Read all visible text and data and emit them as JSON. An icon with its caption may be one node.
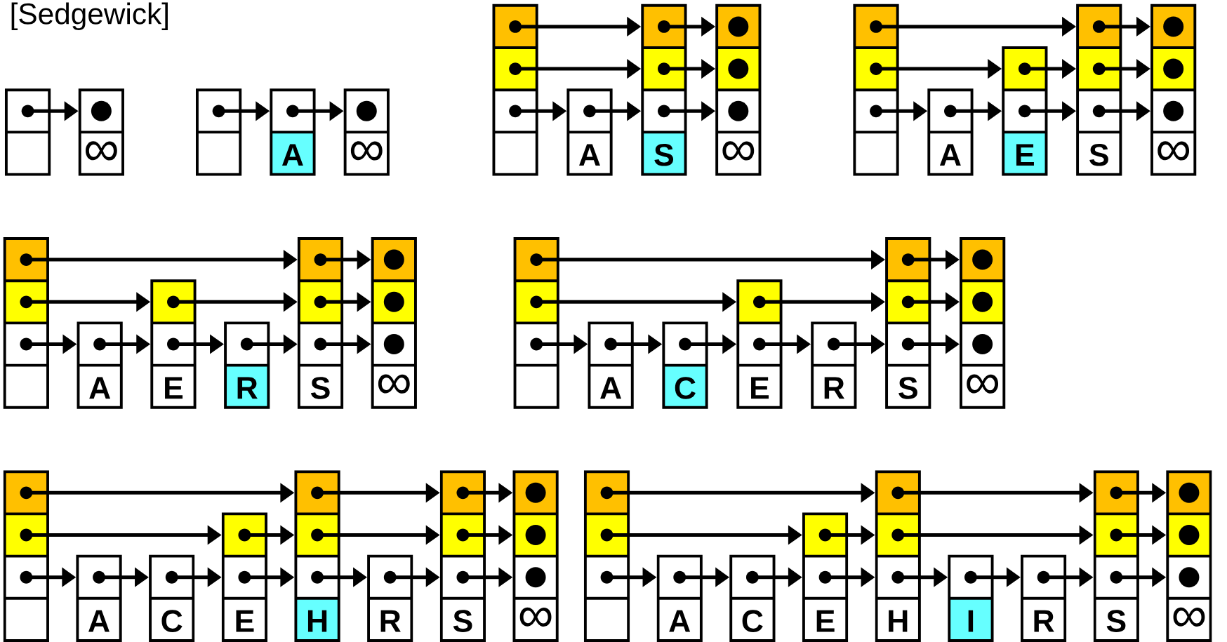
{
  "diagram": {
    "nodes": [
      {
        "text": [],
        "shape": "box"
      },
      {
        "text": [
          "∞"
        ]
      },
      {
        "text": [],
        "shape": "box"
      },
      {
        "text": [
          "A"
        ]
      },
      {
        "text": [
          "∞"
        ]
      },
      {
        "text": [],
        "shape": "box"
      },
      {
        "text": [
          "A"
        ]
      },
      {
        "text": [
          "S"
        ]
      },
      {
        "text": [
          "∞"
        ]
      },
      {
        "text": [],
        "shape": "box"
      },
      {
        "text": [
          "A"
        ]
      },
      {
        "text": [
          "E"
        ]
      },
      {
        "text": [
          "S"
        ]
      },
      {
        "text": [
          "∞"
        ]
      },
      {
        "text": [],
        "shape": "box"
      },
      {
        "text": [
          "A"
        ]
      },
      {
        "text": [
          "E"
        ]
      },
      {
        "text": [
          "R"
        ]
      },
      {
        "text": [
          "S"
        ]
      },
      {
        "text": [
          "∞"
        ]
      },
      {
        "text": [],
        "shape": "box"
      },
      {
        "text": [
          "A"
        ]
      },
      {
        "text": [
          "C"
        ]
      },
      {
        "text": [
          "E"
        ]
      },
      {
        "text": [
          "R"
        ]
      },
      {
        "text": [
          "S"
        ]
      },
      {
        "text": [
          "∞"
        ]
      },
      {
        "text": [],
        "shape": "box"
      },
      {
        "text": [
          "A"
        ]
      },
      {
        "text": [
          "C"
        ]
      },
      {
        "text": [
          "E"
        ]
      },
      {
        "text": [
          "H"
        ]
      },
      {
        "text": [
          "R"
        ]
      },
      {
        "text": [
          "S"
        ]
      },
      {
        "text": [
          "∞"
        ]
      },
      {
        "text": [],
        "shape": "box"
      },
      {
        "text": [
          "A"
        ]
      },
      {
        "text": [
          "C"
        ]
      },
      {
        "text": [
          "E"
        ]
      },
      {
        "text": [
          "H"
        ]
      },
      {
        "text": [
          "I"
        ]
      },
      {
        "text": [
          "R"
        ]
      },
      {
        "text": [
          "S"
        ]
      },
      {
        "text": [
          "∞"
        ]
      }
    ],
    "edges": [
      {
        "from": 0,
        "to": 1,
        "arrow": "to"
      },
      {
        "from": 2,
        "to": 3,
        "arrow": "to"
      },
      {
        "from": 3,
        "to": 4,
        "arrow": "to"
      },
      {
        "from": 5,
        "to": 6,
        "arrow": "to"
      },
      {
        "from": 5,
        "to": 7,
        "arrow": "to"
      },
      {
        "from": 5,
        "to": 7,
        "arrow": "to"
      },
      {
        "from": 6,
        "to": 7,
        "arrow": "to"
      },
      {
        "from": 7,
        "to": 8,
        "arrow": "to"
      },
      {
        "from": 7,
        "to": 8,
        "arrow": "to"
      },
      {
        "from": 7,
        "to": 8,
        "arrow": "to"
      },
      {
        "from": 9,
        "to": 10,
        "arrow": "to"
      },
      {
        "from": 9,
        "to": 11,
        "arrow": "to"
      },
      {
        "from": 9,
        "to": 12,
        "arrow": "to"
      },
      {
        "from": 10,
        "to": 11,
        "arrow": "to"
      },
      {
        "from": 11,
        "to": 12,
        "arrow": "to"
      },
      {
        "from": 11,
        "to": 12,
        "arrow": "to"
      },
      {
        "from": 12,
        "to": 13,
        "arrow": "to"
      },
      {
        "from": 12,
        "to": 13,
        "arrow": "to"
      },
      {
        "from": 12,
        "to": 13,
        "arrow": "to"
      },
      {
        "from": 14,
        "to": 15,
        "arrow": "to"
      },
      {
        "from": 14,
        "to": 16,
        "arrow": "to"
      },
      {
        "from": 14,
        "to": 18,
        "arrow": "to"
      },
      {
        "from": 15,
        "to": 16,
        "arrow": "to"
      },
      {
        "from": 16,
        "to": 17,
        "arrow": "to"
      },
      {
        "from": 16,
        "to": 18,
        "arrow": "to"
      },
      {
        "from": 17,
        "to": 18,
        "arrow": "to"
      },
      {
        "from": 18,
        "to": 19,
        "arrow": "to"
      },
      {
        "from": 18,
        "to": 19,
        "arrow": "to"
      },
      {
        "from": 18,
        "to": 19,
        "arrow": "to"
      },
      {
        "from": 20,
        "to": 21,
        "arrow": "to"
      },
      {
        "from": 20,
        "to": 23,
        "arrow": "to"
      },
      {
        "from": 20,
        "to": 25,
        "arrow": "to"
      },
      {
        "from": 21,
        "to": 22,
        "arrow": "to"
      },
      {
        "from": 22,
        "to": 23,
        "arrow": "to"
      },
      {
        "from": 23,
        "to": 24,
        "arrow": "to"
      },
      {
        "from": 23,
        "to": 25,
        "arrow": "to"
      },
      {
        "from": 24,
        "to": 25,
        "arrow": "to"
      },
      {
        "from": 25,
        "to": 26,
        "arrow": "to"
      },
      {
        "from": 25,
        "to": 26,
        "arrow": "to"
      },
      {
        "from": 25,
        "to": 26,
        "arrow": "to"
      },
      {
        "from": 27,
        "to": 28,
        "arrow": "to"
      },
      {
        "from": 27,
        "to": 30,
        "arrow": "to"
      },
      {
        "from": 27,
        "to": 31,
        "arrow": "to"
      },
      {
        "from": 28,
        "to": 29,
        "arrow": "to"
      },
      {
        "from": 29,
        "to": 30,
        "arrow": "to"
      },
      {
        "from": 30,
        "to": 31,
        "arrow": "to"
      },
      {
        "from": 30,
        "to": 31,
        "arrow": "to"
      },
      {
        "from": 31,
        "to": 32,
        "arrow": "to"
      },
      {
        "from": 31,
        "to": 33,
        "arrow": "to"
      },
      {
        "from": 31,
        "to": 33,
        "arrow": "to"
      },
      {
        "from": 32,
        "to": 33,
        "arrow": "to"
      },
      {
        "from": 33,
        "to": 34,
        "arrow": "to"
      },
      {
        "from": 33,
        "to": 34,
        "arrow": "to"
      },
      {
        "from": 33,
        "to": 34,
        "arrow": "to"
      },
      {
        "from": 35,
        "to": 36,
        "arrow": "to"
      },
      {
        "from": 35,
        "to": 38,
        "arrow": "to"
      },
      {
        "from": 35,
        "to": 39,
        "arrow": "to"
      },
      {
        "from": 36,
        "to": 37,
        "arrow": "to"
      },
      {
        "from": 37,
        "to": 38,
        "arrow": "to"
      },
      {
        "from": 38,
        "to": 39,
        "arrow": "to"
      },
      {
        "from": 38,
        "to": 39,
        "arrow": "to"
      },
      {
        "from": 39,
        "to": 40,
        "arrow": "to"
      },
      {
        "from": 39,
        "to": 42,
        "arrow": "to"
      },
      {
        "from": 39,
        "to": 42,
        "arrow": "to"
      },
      {
        "from": 40,
        "to": 41,
        "arrow": "to"
      },
      {
        "from": 41,
        "to": 42,
        "arrow": "to"
      },
      {
        "from": 42,
        "to": 43,
        "arrow": "to"
      },
      {
        "from": 42,
        "to": 43,
        "arrow": "to"
      },
      {
        "from": 42,
        "to": 43,
        "arrow": "to"
      }
    ],
    "labels": [
      "[Sedgewick]"
    ]
  }
}
